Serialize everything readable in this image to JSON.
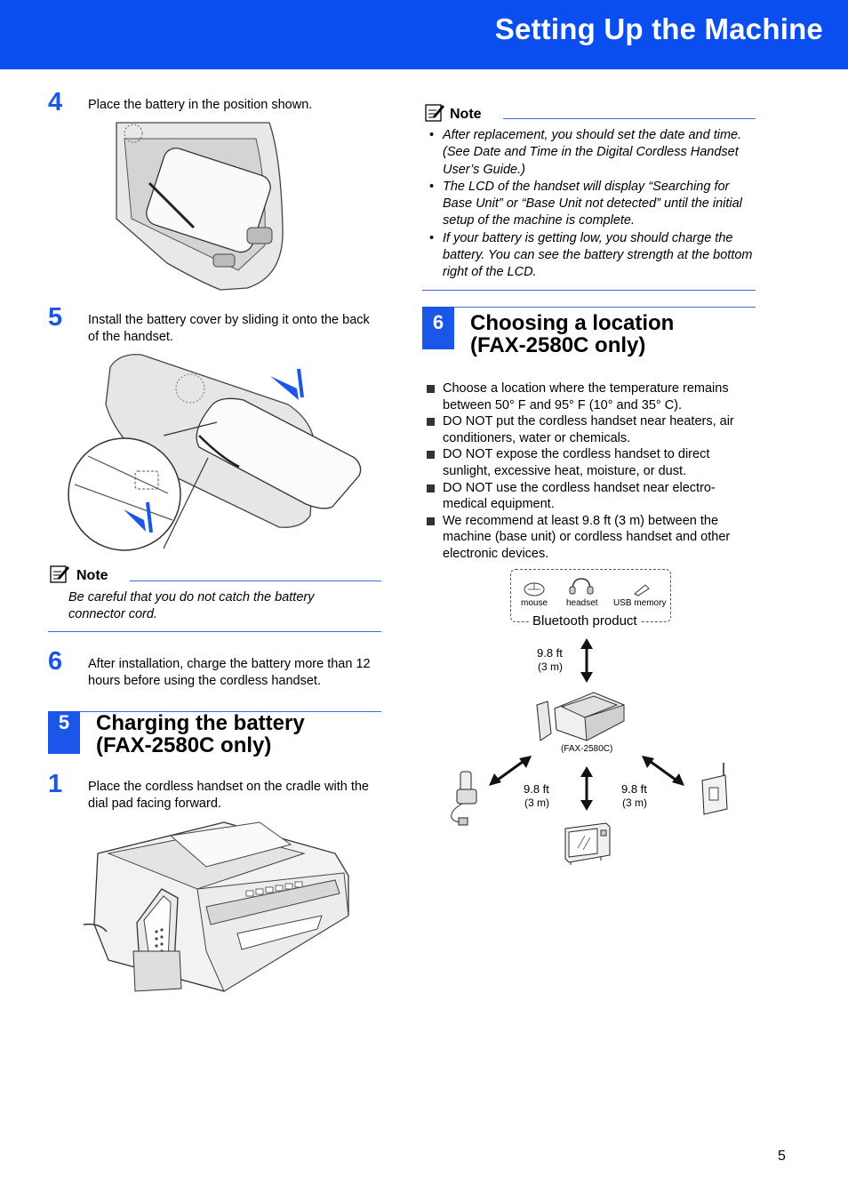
{
  "header": {
    "title": "Setting Up the Machine"
  },
  "left": {
    "step4": {
      "num": "4",
      "text": "Place the battery in the position shown."
    },
    "step5": {
      "num": "5",
      "text": "Install the battery cover by sliding it onto the back of the handset."
    },
    "note1": {
      "label": "Note",
      "text": "Be careful that you do not catch the battery connector cord."
    },
    "step6": {
      "num": "6",
      "text": "After installation, charge the battery more than 12 hours before using the cordless handset."
    },
    "section5": {
      "num": "5",
      "title_line1": "Charging the battery",
      "title_line2": "(FAX-2580C only)"
    },
    "step1": {
      "num": "1",
      "text": "Place the cordless handset on the cradle with the dial pad facing forward."
    }
  },
  "right": {
    "note2": {
      "label": "Note",
      "items": [
        "After replacement, you should set the date and time. (See Date and Time in the Digital Cordless Handset User’s Guide.)",
        "The LCD of the handset will display “Searching for Base Unit” or “Base Unit not detected” until the initial setup of the machine is complete.",
        "If your battery is getting low, you should charge the battery. You can see the battery strength at the bottom right of the LCD."
      ]
    },
    "section6": {
      "num": "6",
      "title_line1": "Choosing a location",
      "title_line2": "(FAX-2580C only)"
    },
    "bullets": [
      "Choose a location where the temperature remains between 50° F and 95° F (10° and 35° C).",
      "DO NOT put the cordless handset near heaters, air conditioners, water or chemicals.",
      "DO NOT expose the cordless handset to direct sunlight, excessive heat, moisture, or dust.",
      "DO NOT use the cordless handset near electro-medical equipment.",
      "We recommend at least 9.8 ft (3 m) between the machine (base unit) or cordless handset and other electronic devices."
    ],
    "diagram": {
      "bt_mouse": "mouse",
      "bt_headset": "headset",
      "bt_usb": "USB memory",
      "bt_label": "Bluetooth product",
      "dist_top_ft": "9.8 ft",
      "dist_top_m": "(3 m)",
      "fax_label": "(FAX-2580C)",
      "dist_left_ft": "9.8 ft",
      "dist_left_m": "(3 m)",
      "dist_right_ft": "9.8 ft",
      "dist_right_m": "(3 m)"
    }
  },
  "footer": {
    "page_number": "5"
  }
}
